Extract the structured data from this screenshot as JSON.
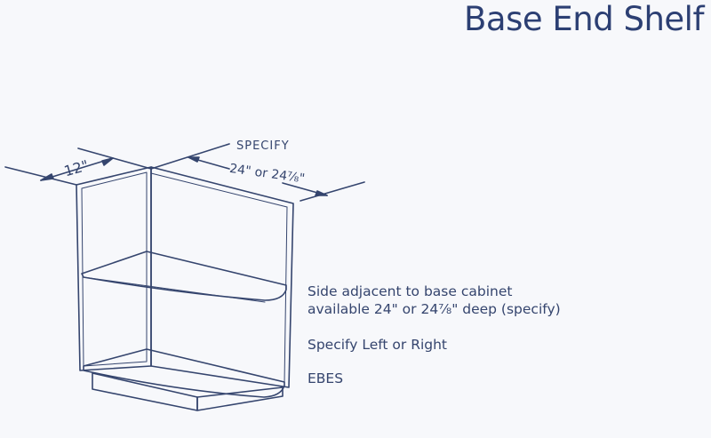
{
  "title": "Base End Shelf",
  "dimensions": {
    "width_label": "12\"",
    "depth_heading": "SPECIFY",
    "depth_value": "24\" or 24⅞\""
  },
  "notes": [
    "Side adjacent to base cabinet",
    "available 24\" or 24⅞\" deep (specify)",
    "Specify Left or Right",
    "EBES"
  ],
  "colors": {
    "title": "#2c3f73",
    "ink": "#35456e",
    "paper": "#f7f8fb"
  }
}
